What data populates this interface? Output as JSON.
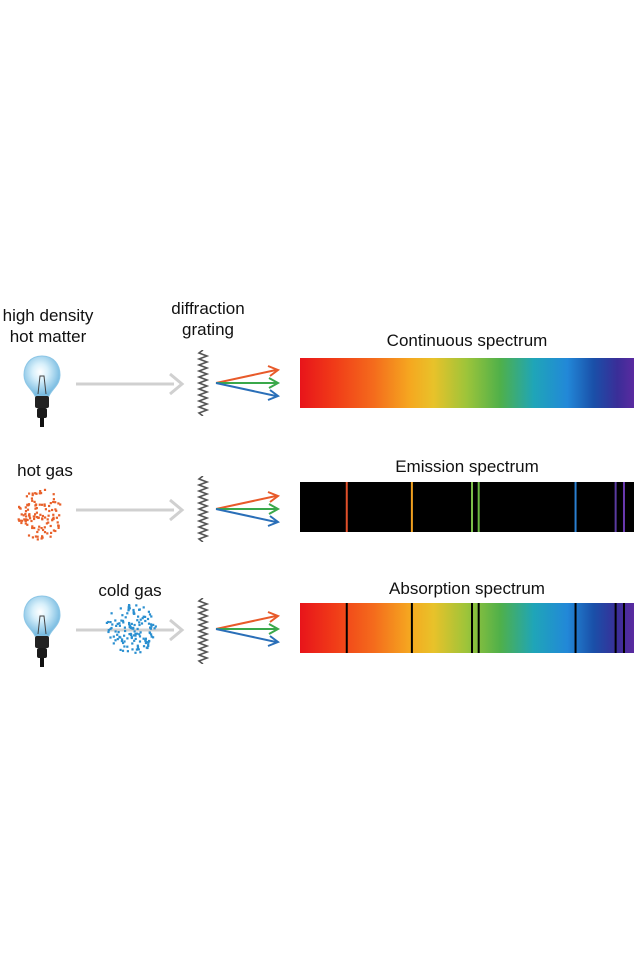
{
  "labels": {
    "high_density_hot_matter": [
      "high density",
      "hot matter"
    ],
    "diffraction_grating": [
      "diffraction",
      "grating"
    ],
    "hot_gas": "hot gas",
    "cold_gas": "cold gas"
  },
  "spectra": [
    {
      "key": "continuous",
      "title": "Continuous spectrum",
      "background": "rainbow",
      "lines": []
    },
    {
      "key": "emission",
      "title": "Emission spectrum",
      "background": "black",
      "lines": [
        {
          "pos": 0.14,
          "color": "#e0502a",
          "width": 2
        },
        {
          "pos": 0.335,
          "color": "#f0a020",
          "width": 2
        },
        {
          "pos": 0.515,
          "color": "#7cc04a",
          "width": 2
        },
        {
          "pos": 0.535,
          "color": "#6ab840",
          "width": 2
        },
        {
          "pos": 0.825,
          "color": "#2a7fd0",
          "width": 2
        },
        {
          "pos": 0.945,
          "color": "#5a3aa0",
          "width": 2
        },
        {
          "pos": 0.97,
          "color": "#6a3ab0",
          "width": 2
        }
      ]
    },
    {
      "key": "absorption",
      "title": "Absorption spectrum",
      "background": "rainbow",
      "lines": [
        {
          "pos": 0.14,
          "color": "#000000",
          "width": 2
        },
        {
          "pos": 0.335,
          "color": "#000000",
          "width": 2
        },
        {
          "pos": 0.515,
          "color": "#000000",
          "width": 2
        },
        {
          "pos": 0.535,
          "color": "#000000",
          "width": 2
        },
        {
          "pos": 0.825,
          "color": "#000000",
          "width": 2
        },
        {
          "pos": 0.945,
          "color": "#000000",
          "width": 2
        },
        {
          "pos": 0.97,
          "color": "#000000",
          "width": 2
        }
      ]
    }
  ],
  "colors": {
    "arrow_gray": "#cfcfcf",
    "ray_red": "#e85a2a",
    "ray_green": "#3aa84a",
    "ray_blue": "#2a6fb8",
    "hot_gas_dots": "#e8602a",
    "cold_gas_dots": "#2a8fd0",
    "bulb_glass": "#bfe3f5",
    "bulb_base": "#222222"
  }
}
